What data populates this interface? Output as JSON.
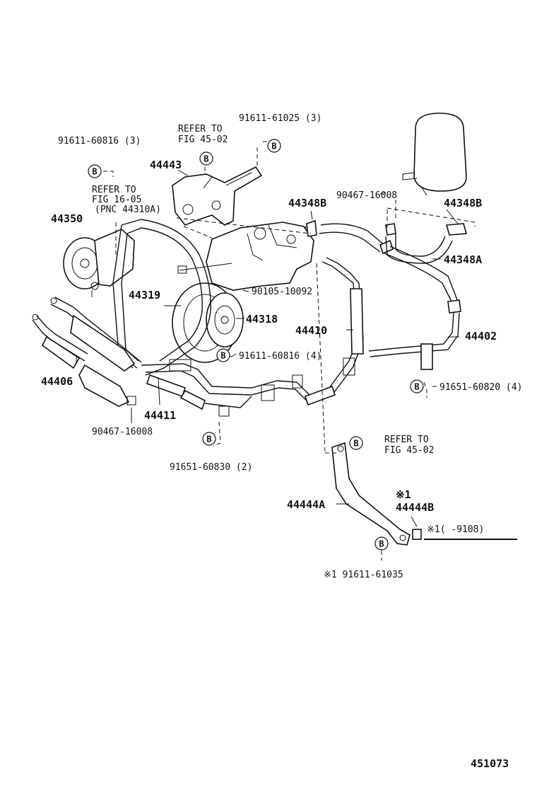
{
  "parts": {
    "p44443": "44443",
    "p44350": "44350",
    "p44319": "44319",
    "p44318": "44318",
    "p44406": "44406",
    "p44411": "44411",
    "p44410": "44410",
    "p44402": "44402",
    "p44348B_left": "44348B",
    "p44348B_right": "44348B",
    "p44348A": "44348A",
    "p44444A": "44444A",
    "p44444B": "44444B",
    "p_note1": "※1"
  },
  "bolts": {
    "b1": "91611-61025 (3)",
    "b2": "91611-60816 (3)",
    "b3": "90467-16008",
    "b4": "90105-10092",
    "b5": "91611-60816 (4)",
    "b6": "91651-60820 (4)",
    "b7": "90467-16008",
    "b8": "91651-60830 (2)",
    "b9": "※1 91611-61035",
    "b10": "※1(    -9108)"
  },
  "refs": {
    "r1_line1": "REFER TO",
    "r1_line2": "FIG 45-02",
    "r2_line1": "REFER TO",
    "r2_line2": "FIG 16-05",
    "r2_line3": "(PNC 44310A)",
    "r3_line1": "REFER TO",
    "r3_line2": "FIG 45-02"
  },
  "marker": "B",
  "figure_number": "451073"
}
